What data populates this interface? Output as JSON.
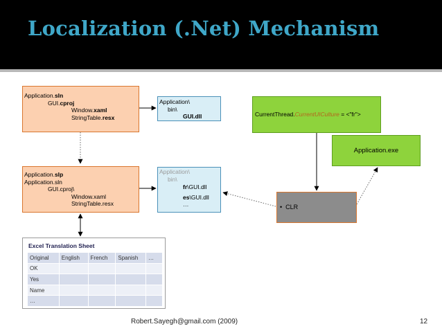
{
  "header": {
    "title": "Localization (.Net) Mechanism"
  },
  "boxes": {
    "source_project": {
      "l1_pre": "Application.",
      "l1_bold": "sln",
      "l2_pre": "GUI.",
      "l2_bold": "cproj",
      "l3_pre": "Window.",
      "l3_bold": "xaml",
      "l4_pre": "StringTable.",
      "l4_bold": "resx"
    },
    "build_output": {
      "l1": "Application\\",
      "l2": "bin\\",
      "l3": "GUI.dll"
    },
    "localized_project": {
      "l1_pre": "Application.",
      "l1_bold": "slp",
      "l2": "Application.sln",
      "l3": "GUI.cproj\\",
      "l4": "Window.xaml",
      "l5": "StringTable.resx"
    },
    "localized_output": {
      "l1": "Application\\",
      "l2": "bin\\",
      "l3_bold": "fr",
      "l3_rest": "\\GUI.dll",
      "l4_bold": "es",
      "l4_rest": "\\GUI.dll",
      "l5": "…"
    },
    "current_thread": {
      "pre": "CurrentThread.",
      "italic": "CurrentUICulture",
      "post": " = <\"fr\">"
    },
    "app_exe": {
      "label": "Application.exe"
    },
    "clr": {
      "bullet": "•",
      "label": "CLR"
    }
  },
  "sheet": {
    "title": "Excel Translation Sheet",
    "rows": [
      [
        "Original",
        "English",
        "French",
        "Spanish",
        "…"
      ],
      [
        "OK",
        "",
        "",
        "",
        ""
      ],
      [
        "Yes",
        "",
        "",
        "",
        ""
      ],
      [
        "Name",
        "",
        "",
        "",
        ""
      ],
      [
        "…",
        "",
        "",
        "",
        ""
      ]
    ]
  },
  "footer": {
    "text": "Robert.Sayegh@gmail.com (2009)",
    "page": "12"
  },
  "colors": {
    "title": "#3fa7c8",
    "orange_fill": "#fcd0b0",
    "blue_fill": "#d9eef6",
    "green_fill": "#8ed33c",
    "gray_fill": "#8c8c8c"
  }
}
